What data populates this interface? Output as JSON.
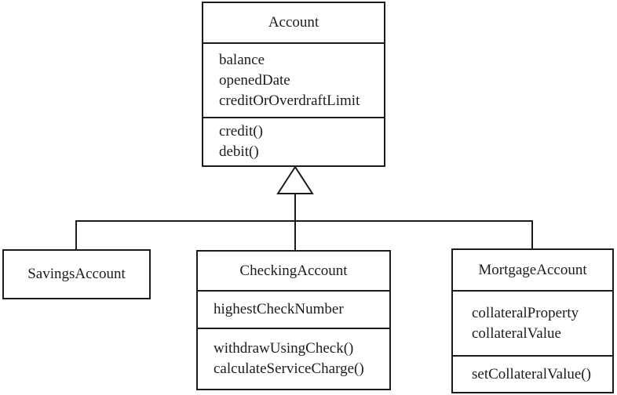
{
  "diagram": {
    "type": "uml-class-diagram",
    "colors": {
      "background": "#ffffff",
      "line": "#1c1c1c",
      "text": "#1c1c1c",
      "box_fill": "#ffffff"
    },
    "classes": [
      {
        "name": "Account",
        "attributes": [
          "balance",
          "openedDate",
          "creditOrOverdraftLimit"
        ],
        "methods": [
          "credit()",
          "debit()"
        ]
      },
      {
        "name": "SavingsAccount",
        "attributes": [],
        "methods": []
      },
      {
        "name": "CheckingAccount",
        "attributes": [
          "highestCheckNumber"
        ],
        "methods": [
          "withdrawUsingCheck()",
          "calculateServiceCharge()"
        ]
      },
      {
        "name": "MortgageAccount",
        "attributes": [
          "collateralProperty",
          "collateralValue"
        ],
        "methods": [
          "setCollateralValue()"
        ]
      }
    ],
    "relationships": [
      {
        "type": "generalization",
        "parent": "Account",
        "children": [
          "SavingsAccount",
          "CheckingAccount",
          "MortgageAccount"
        ]
      }
    ]
  }
}
